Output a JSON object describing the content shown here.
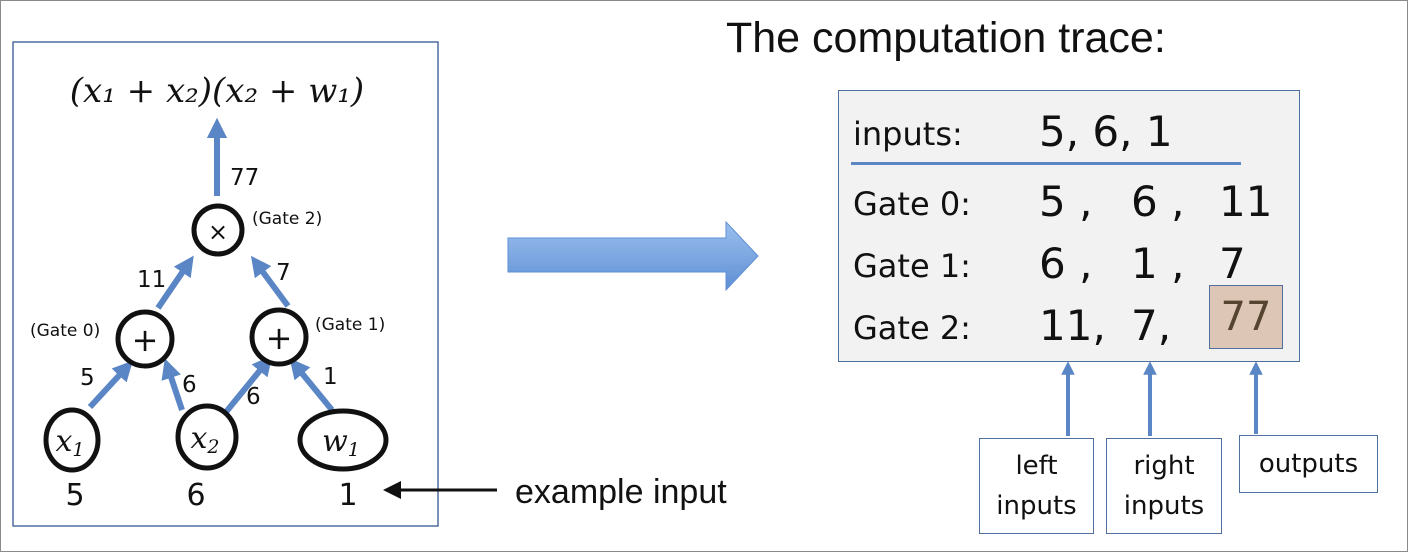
{
  "circuit": {
    "formula": "(x₁ + x₂)(x₂ + w₁)",
    "inputs": [
      {
        "symbol": "x",
        "sub": "1",
        "value": "5"
      },
      {
        "symbol": "x",
        "sub": "2",
        "value": "6"
      },
      {
        "symbol": "w",
        "sub": "1",
        "value": "1"
      }
    ],
    "gates": [
      {
        "op": "+",
        "label": "(Gate 0)"
      },
      {
        "op": "+",
        "label": "(Gate 1)"
      },
      {
        "op": "×",
        "label": "(Gate 2)"
      }
    ],
    "wire_values": {
      "x1_to_gate0": "5",
      "x2_to_gate0": "6",
      "x2_to_gate1": "6",
      "w1_to_gate1": "1",
      "gate0_to_gate2": "11",
      "gate1_to_gate2": "7",
      "gate2_out": "77"
    },
    "example_input_label": "example input"
  },
  "trace": {
    "title": "The computation trace:",
    "inputs_row": {
      "label": "inputs:",
      "values": "5,  6,  1"
    },
    "gate_rows": [
      {
        "label": "Gate 0:",
        "left": "5 ,",
        "right": "6 ,",
        "output": "11"
      },
      {
        "label": "Gate 1:",
        "left": "6 ,",
        "right": "1 ,",
        "output": "7"
      },
      {
        "label": "Gate 2:",
        "left": "11,",
        "right": "7,",
        "output": "77"
      }
    ],
    "column_labels": {
      "left": "left\ninputs",
      "right": "right\ninputs",
      "output": "outputs"
    }
  },
  "colors": {
    "wire": "#5b86c5",
    "box_border": "#4f6f9f",
    "trace_bg": "#f2f2f2",
    "highlight": "#ddc6b6",
    "big_arrow": "#6f9fde"
  }
}
